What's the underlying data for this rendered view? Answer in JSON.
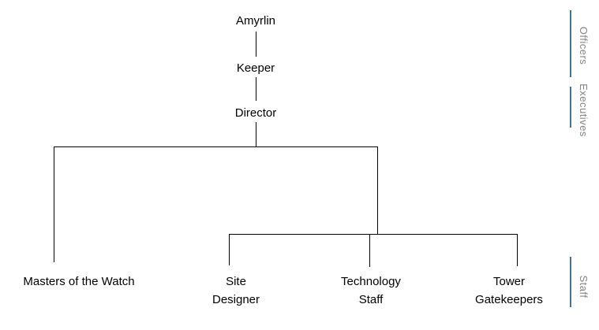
{
  "nodes": [
    {
      "id": "amyrlin",
      "label": "Amyrlin"
    },
    {
      "id": "keeper",
      "label": "Keeper"
    },
    {
      "id": "director",
      "label": "Director"
    },
    {
      "id": "masters",
      "label": "Masters of the Watch"
    },
    {
      "id": "site",
      "label": "Site Designer"
    },
    {
      "id": "technology",
      "label": "Technology Staff"
    },
    {
      "id": "tower",
      "label": "Tower Gatekeepers"
    }
  ],
  "edges": [
    {
      "from": "Amyrlin",
      "to": "Keeper"
    },
    {
      "from": "Keeper",
      "to": "Director"
    },
    {
      "from": "Director",
      "to": "Masters of the Watch"
    },
    {
      "from": "Director",
      "to": "Site Designer"
    },
    {
      "from": "Director",
      "to": "Technology Staff"
    },
    {
      "from": "Director",
      "to": "Tower Gatekeepers"
    }
  ],
  "bands": [
    {
      "label": "Officers",
      "members": [
        "Amyrlin",
        "Keeper"
      ]
    },
    {
      "label": "Executives",
      "members": [
        "Director"
      ]
    },
    {
      "label": "Staff",
      "members": [
        "Masters of the Watch",
        "Site Designer",
        "Technology Staff",
        "Tower Gatekeepers"
      ]
    }
  ],
  "colors": {
    "node_text": "#000000",
    "connector": "#000000",
    "bracket_line": "#41748C",
    "band_label_text": "#848484",
    "background": "#ffffff"
  }
}
